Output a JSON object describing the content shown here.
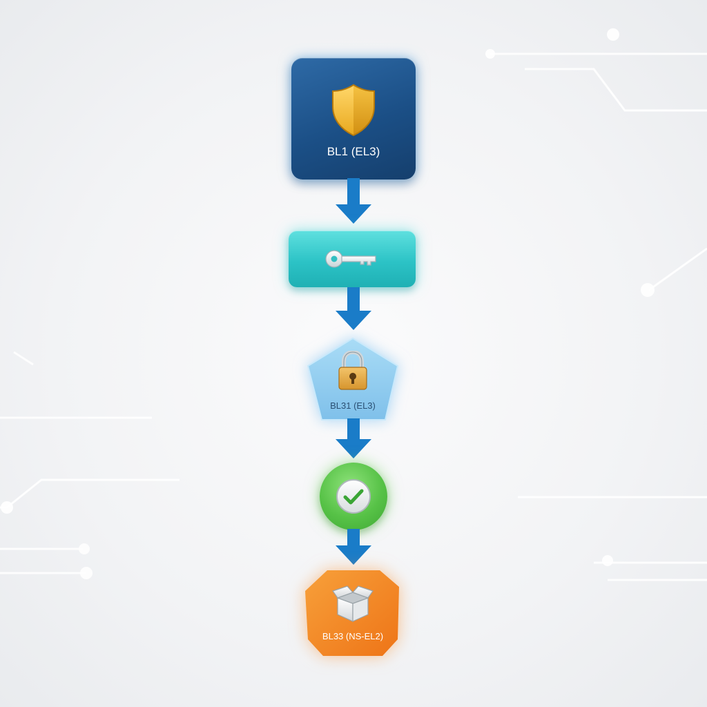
{
  "diagram": {
    "nodes": [
      {
        "id": "bl1",
        "label": "BL1 (EL3)",
        "icon": "shield-icon",
        "color": "#1b4f86"
      },
      {
        "id": "key",
        "label": "",
        "icon": "key-icon",
        "color": "#2cc3c6"
      },
      {
        "id": "bl31",
        "label": "BL31 (EL3)",
        "icon": "padlock-icon",
        "color": "#8ccaf0"
      },
      {
        "id": "verify",
        "label": "",
        "icon": "checkmark-icon",
        "color": "#57c247"
      },
      {
        "id": "bl33",
        "label": "BL33 (NS-EL2)",
        "icon": "open-box-icon",
        "color": "#f28a24"
      }
    ],
    "edges": [
      {
        "from": "bl1",
        "to": "key"
      },
      {
        "from": "key",
        "to": "bl31"
      },
      {
        "from": "bl31",
        "to": "verify"
      },
      {
        "from": "verify",
        "to": "bl33"
      }
    ],
    "arrow_color": "#1a7cc8"
  }
}
